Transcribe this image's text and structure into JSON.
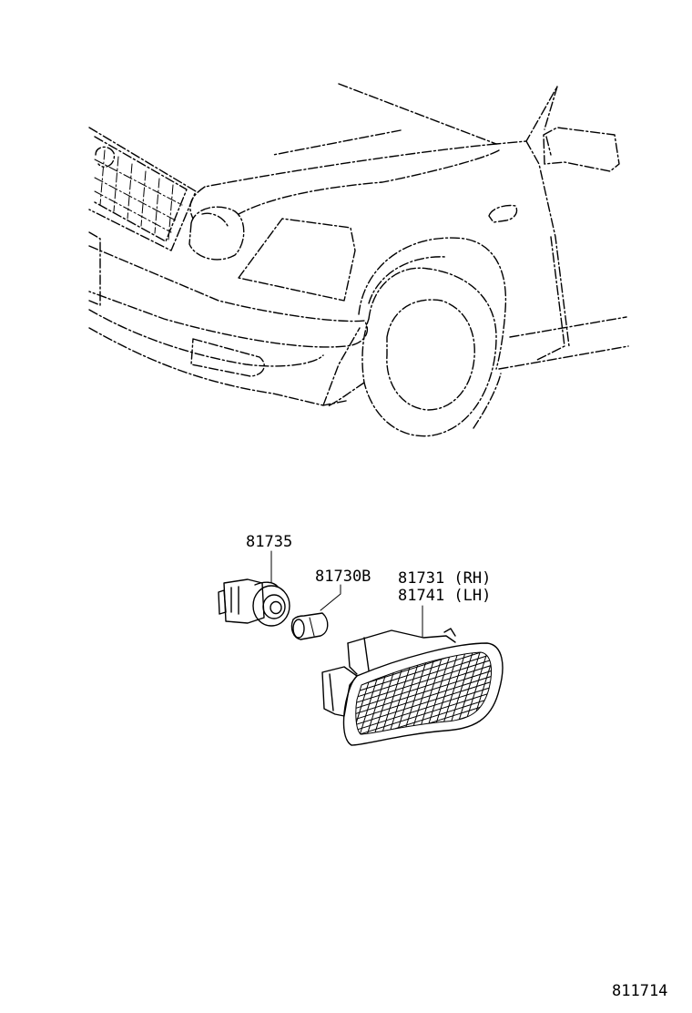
{
  "parts": {
    "socket": "81735",
    "bulb": "81730B",
    "lamp_rh": "81731 (RH)",
    "lamp_lh": "81741 (LH)"
  },
  "illustration_id": "811714"
}
